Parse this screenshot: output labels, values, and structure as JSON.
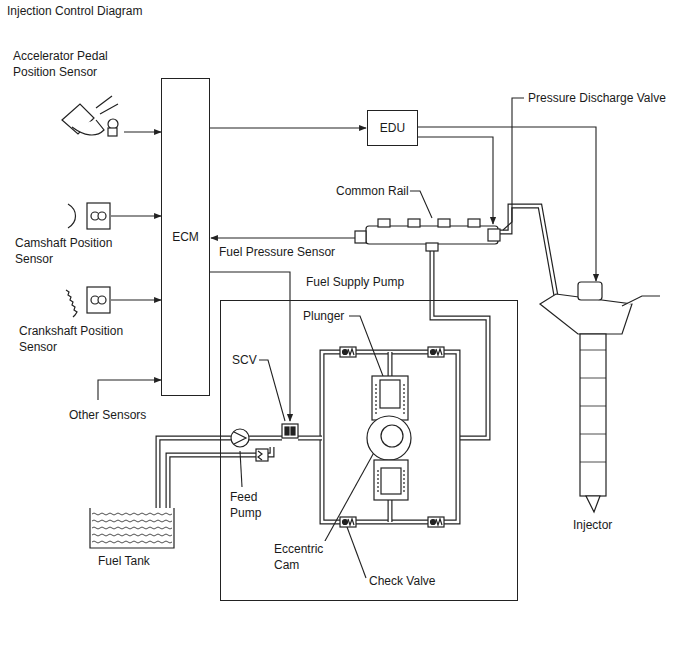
{
  "diagram": {
    "title": "Injection Control Diagram",
    "nodes": [
      {
        "text": [
          "ECM"
        ]
      },
      {
        "text": [
          "EDU"
        ]
      },
      {
        "text": [
          "Fuel Supply Pump"
        ]
      }
    ],
    "edges": [
      {
        "from": 0,
        "to": 1,
        "arrow": "to"
      }
    ],
    "labels": [
      "Accelerator Pedal Position Sensor",
      "Camshaft Position Sensor",
      "Crankshaft Position Sensor",
      "Other Sensors",
      "Pressure Discharge Valve",
      "Common Rail",
      "Fuel Pressure Sensor",
      "Plunger",
      "SCV",
      "Feed Pump",
      "Eccentric Cam",
      "Check Valve",
      "Fuel Tank",
      "Injector"
    ]
  }
}
